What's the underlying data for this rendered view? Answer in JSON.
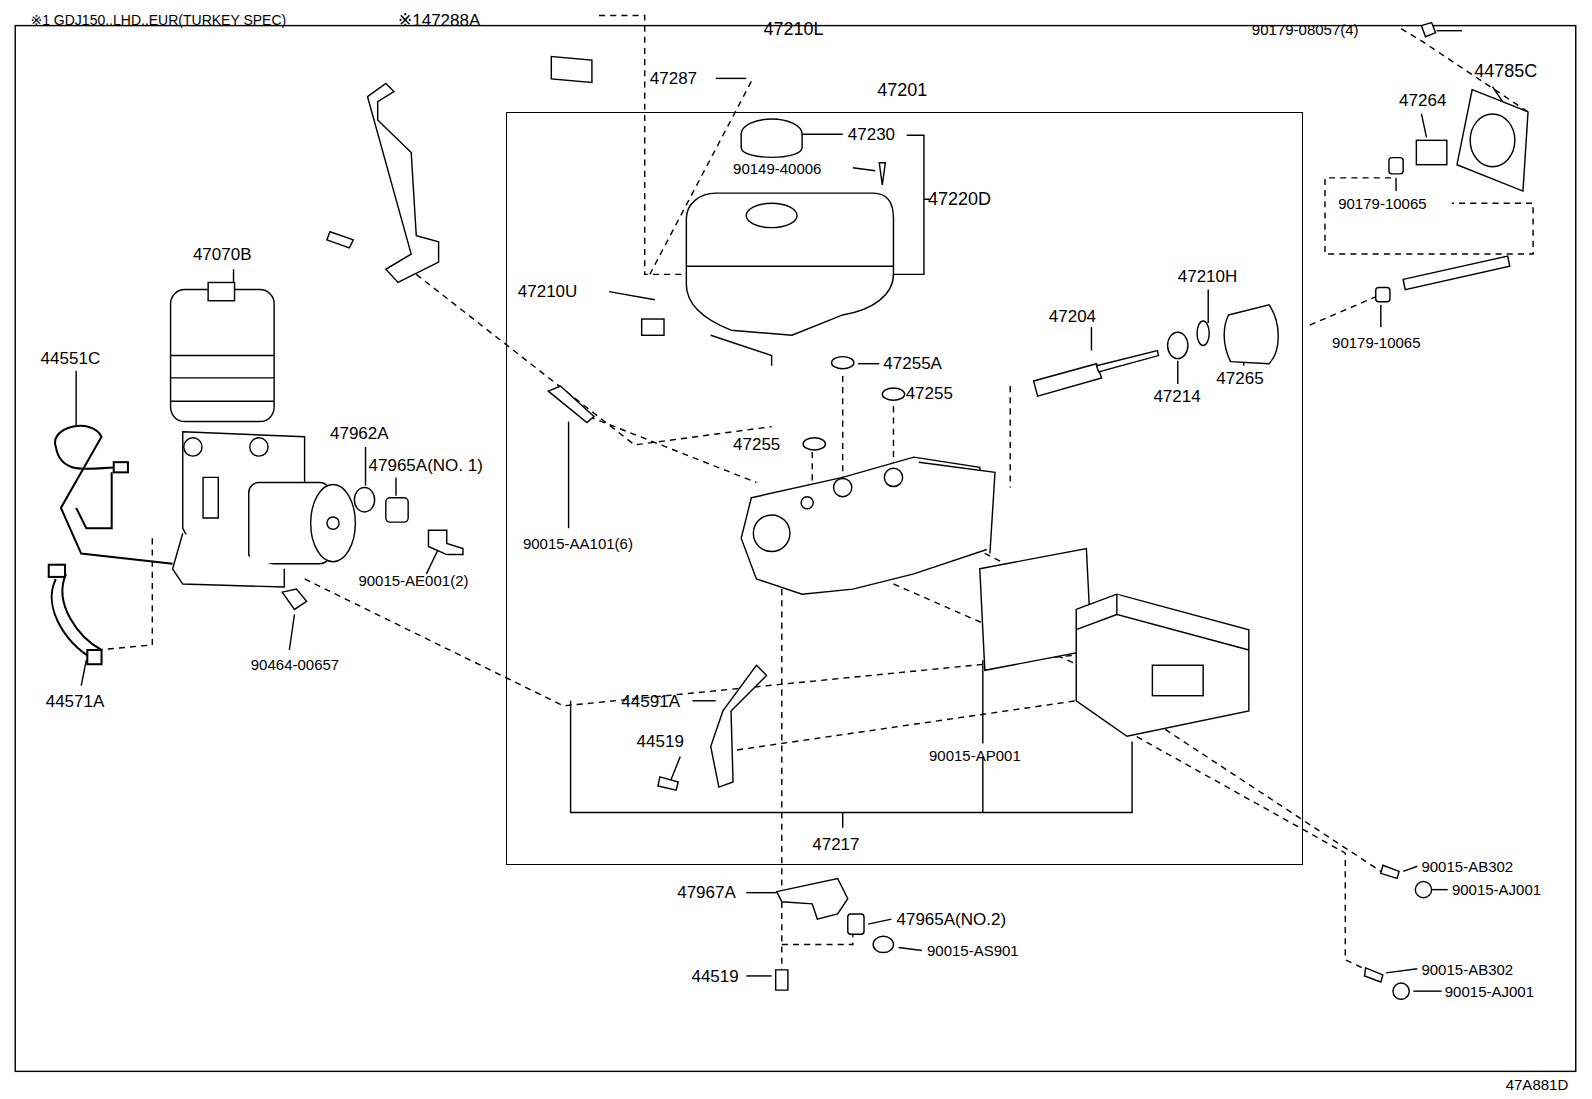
{
  "diagram": {
    "nodes": [
      {
        "text": [
          "47201"
        ]
      }
    ],
    "labels": [
      "※1 GDJ150..LHD..EUR(TURKEY SPEC)",
      "※147288A",
      "47210L",
      "90179-08057(4)",
      "44785C",
      "47287",
      "47264",
      "47230",
      "90149-40006",
      "47220D",
      "90179-10065",
      "47070B",
      "47210H",
      "47210U",
      "47204",
      "90179-10065",
      "44551C",
      "47255A",
      "47265",
      "47255",
      "47214",
      "47962A",
      "47255",
      "47965A(NO. 1)",
      "90015-AA101(6)",
      "90015-AE001(2)",
      "90464-00657",
      "44571A",
      "44591A",
      "44519",
      "90015-AP001",
      "47217",
      "90015-AB302",
      "90015-AJ001",
      "47967A",
      "47965A(NO.2)",
      "90015-AS901",
      "90015-AB302",
      "90015-AJ001",
      "44519",
      "47A881D"
    ]
  }
}
